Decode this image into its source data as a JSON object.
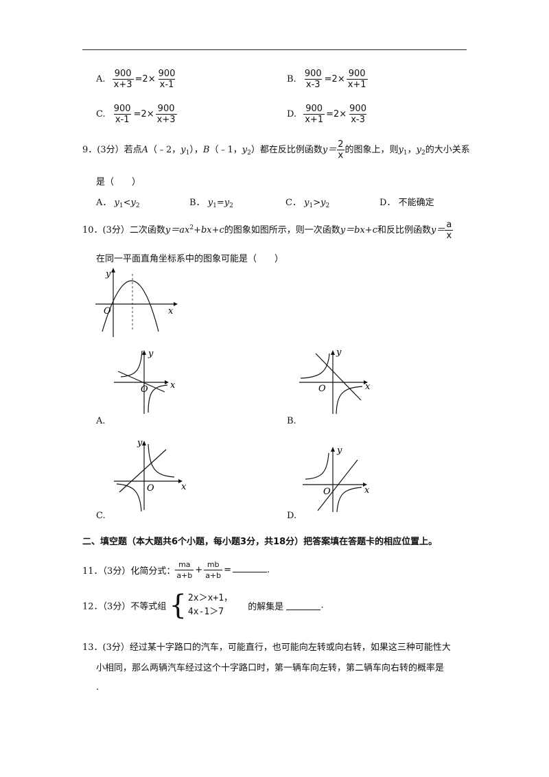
{
  "q8": {
    "options": [
      {
        "label": "A.",
        "lhs_num": "900",
        "lhs_den": "x+3",
        "eq": "=2×",
        "rhs_num": "900",
        "rhs_den": "x-1"
      },
      {
        "label": "B.",
        "lhs_num": "900",
        "lhs_den": "x-3",
        "eq": "=2×",
        "rhs_num": "900",
        "rhs_den": "x+1"
      },
      {
        "label": "C.",
        "lhs_num": "900",
        "lhs_den": "x-1",
        "eq": "=2×",
        "rhs_num": "900",
        "rhs_den": "x+3"
      },
      {
        "label": "D.",
        "lhs_num": "900",
        "lhs_den": "x+1",
        "eq": "=2×",
        "rhs_num": "900",
        "rhs_den": "x-3"
      }
    ]
  },
  "q9": {
    "prefix": "9．(3分）若点",
    "pA": "A",
    "coordA": "（﹣2，",
    "y1": "y",
    "sub1": "1",
    "close1": "），",
    "pB": "B",
    "coordB": "（﹣1，",
    "close2": "）都在反比例函数",
    "yeq": "y＝",
    "frac_num": "2",
    "frac_den": "x",
    "after": "的图象上，则",
    "comma": "，",
    "tail": "的大小关系",
    "line2": "是（　　）",
    "options": [
      {
        "label": "A．",
        "y": "y",
        "s1": "1",
        "rel": "<",
        "s2": "2"
      },
      {
        "label": "B．",
        "y": "y",
        "s1": "1",
        "rel": "=",
        "s2": "2"
      },
      {
        "label": "C．",
        "y": "y",
        "s1": "1",
        "rel": ">",
        "s2": "2"
      },
      {
        "label": "D．",
        "text": "不能确定"
      }
    ]
  },
  "q10": {
    "prefix": "10．(3分）二次函数",
    "func": "y＝ax",
    "sup2": "2",
    "func_tail": "+bx+c",
    "mid": "的图象如图所示，则一次函数",
    "lin": "y＝bx+c",
    "and": "和反比例函数",
    "yeq": "y＝",
    "frac_num": "a",
    "frac_den": "x",
    "line2": "在同一平面直角坐标系中的图象可能是（　　）",
    "axis_y": "y",
    "axis_x": "x",
    "origin": "O",
    "labels": [
      "A.",
      "B.",
      "C.",
      "D."
    ]
  },
  "section2": {
    "title": "二、填空题（本大题共6个小题，每小题3分，共18分）把答案填在答题卡的相应位置上。"
  },
  "q11": {
    "prefix": "11．（3分）化简分式：",
    "n1": "ma",
    "d1": "a+b",
    "plus": "+",
    "n2": "mb",
    "d2": "a+b",
    "eq": "=",
    "end": "."
  },
  "q12": {
    "prefix": "12．（3分）不等式组",
    "line1": "2x＞x+1，",
    "line2": "4x-1＞7",
    "suffix": "的解集是",
    "end": "."
  },
  "q13": {
    "line1": "13．(3分）经过某十字路口的汽车，可能直行，也可能向左转或向右转，如果这三种可能性大",
    "line2": "小相同，那么两辆汽车经过这个十字路口时，第一辆车向左转，第二辆车向右转的概率是",
    "line3": "."
  }
}
